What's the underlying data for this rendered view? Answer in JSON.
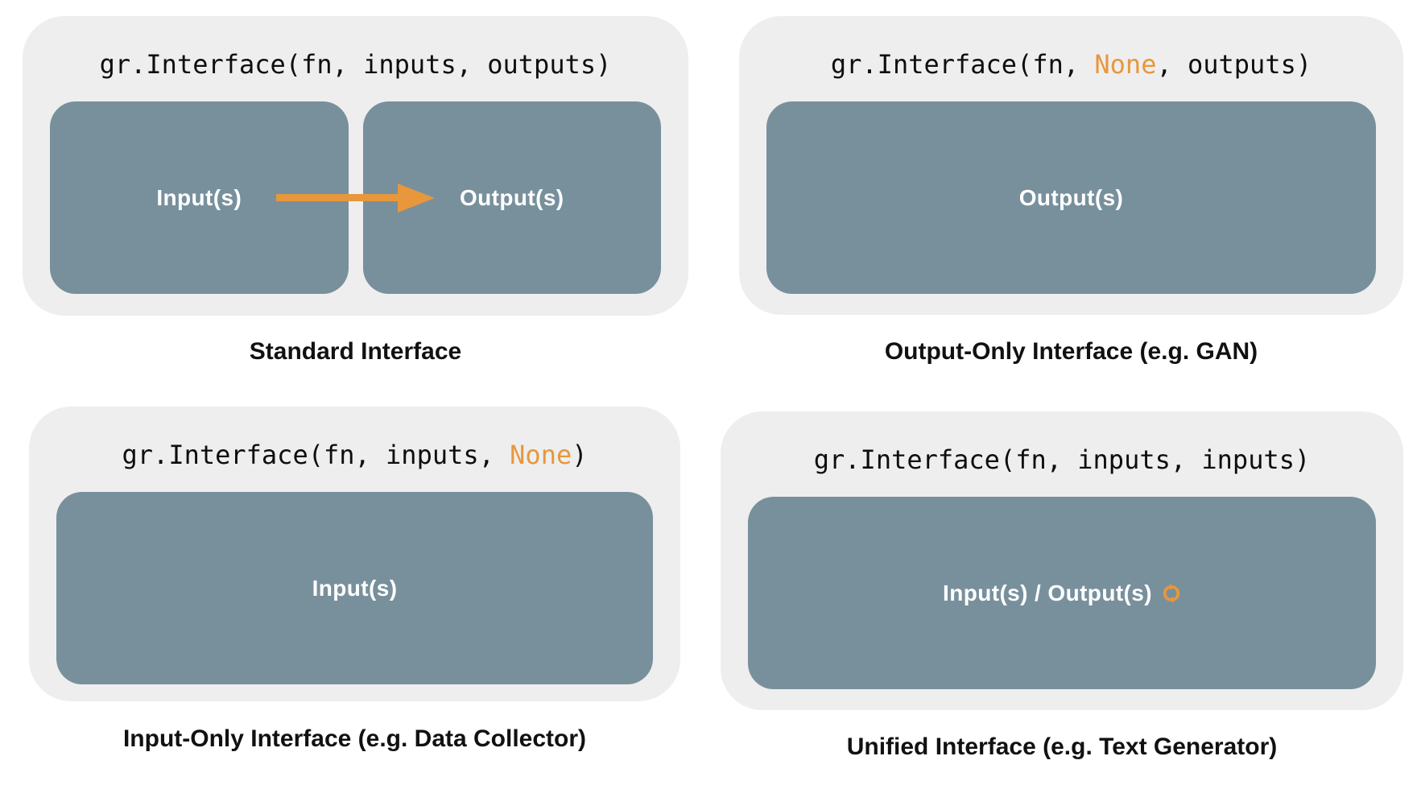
{
  "colors": {
    "page_background": "#FFFFFF",
    "panel_background": "#EEEEEE",
    "box_fill": "#78909C",
    "accent_orange": "#E8973C",
    "code_text": "#0E0E0E",
    "caption_text": "#111111",
    "box_label_text": "#FFFFFF"
  },
  "panels": [
    {
      "name": "standard",
      "code": {
        "pre": "gr.Interface(fn, inputs, outputs)",
        "highlight": "",
        "post": ""
      },
      "boxes": [
        {
          "label": "Input(s)"
        },
        {
          "label": "Output(s)"
        }
      ],
      "has_arrow": true,
      "caption": "Standard Interface"
    },
    {
      "name": "output-only",
      "code": {
        "pre": "gr.Interface(fn, ",
        "highlight": "None",
        "post": ", outputs)"
      },
      "boxes": [
        {
          "label": "Output(s)"
        }
      ],
      "has_arrow": false,
      "caption": "Output-Only Interface (e.g. GAN)"
    },
    {
      "name": "input-only",
      "code": {
        "pre": "gr.Interface(fn, inputs, ",
        "highlight": "None",
        "post": ")"
      },
      "boxes": [
        {
          "label": "Input(s)"
        }
      ],
      "has_arrow": false,
      "caption": "Input-Only Interface (e.g. Data Collector)"
    },
    {
      "name": "unified",
      "code": {
        "pre": "gr.Interface(fn, inputs, inputs)",
        "highlight": "",
        "post": ""
      },
      "boxes": [
        {
          "label": "Input(s) / Output(s)"
        }
      ],
      "has_arrow": false,
      "has_cycle_icon": true,
      "caption": "Unified Interface (e.g. Text Generator)"
    }
  ],
  "icons": {
    "flow_arrow": "right-arrow",
    "cycle": "refresh-cycle"
  }
}
